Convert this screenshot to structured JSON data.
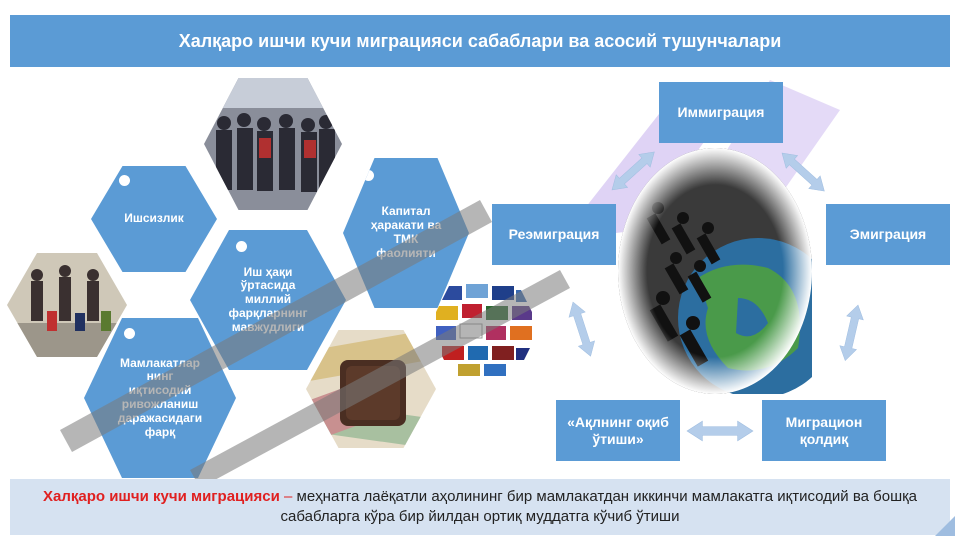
{
  "title": "Халқаро ишчи кучи миграцияси сабаблари ва асосий тушунчалари",
  "hexagons": {
    "unemployment": "Ишсизлик",
    "capital": "Капитал ҳаракати ва ТМК фаолияти",
    "wages": "Иш ҳақи ўртасида миллий фарқларнинг мавжудлиги",
    "development": "Мамлакатлар нинг иқтисодий ривожланиш даражасидаги фарқ"
  },
  "concepts": {
    "immigration": "Иммиграция",
    "emigration": "Эмиграция",
    "reemigration": "Реэмиграция",
    "brain_drain": "«Ақлнинг оқиб ўтиши»",
    "migration_balance": "Миграцион қолдиқ"
  },
  "definition": {
    "term": "Халқаро ишчи кучи миграцияси",
    "dash": "–",
    "text": "меҳнатга лаёқатли аҳолининг бир мамлакатдан иккинчи мамлакатга иқтисодий ва бошқа сабабларга кўра бир йилдан ортиқ муддатга кўчиб ўтиши"
  },
  "colors": {
    "accent": "#5b9bd5",
    "definition_bg": "#d6e2f1",
    "term": "#e02020",
    "arrow": "#b4cdea"
  }
}
